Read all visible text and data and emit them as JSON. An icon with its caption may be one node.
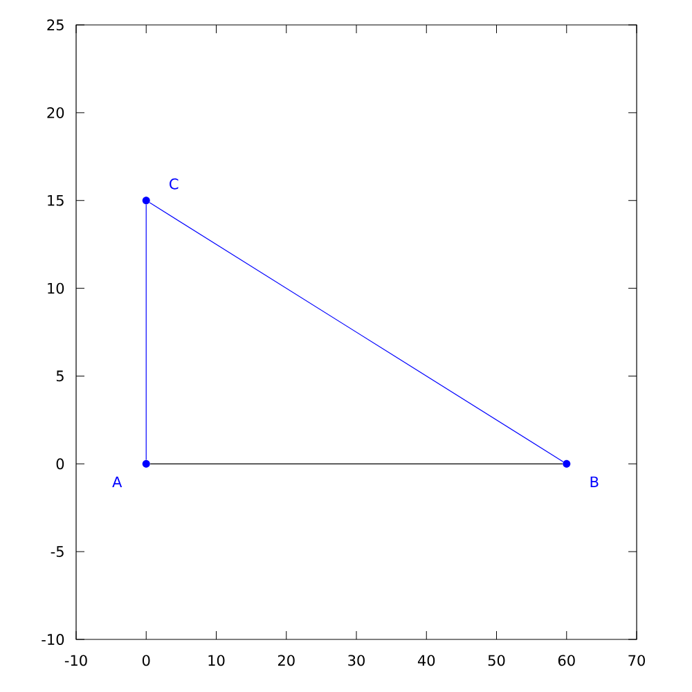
{
  "diagram": {
    "nodes": [
      {
        "text": [],
        "shape": "circle",
        "beside": [
          "A"
        ]
      },
      {
        "text": [],
        "shape": "circle",
        "beside": [
          "B"
        ]
      },
      {
        "text": [],
        "shape": "circle",
        "beside": [
          "C"
        ]
      }
    ],
    "edges": [
      {
        "from": 0,
        "to": 1,
        "arrow": "none",
        "color": "#000000"
      },
      {
        "from": 0,
        "to": 2,
        "arrow": "none"
      },
      {
        "from": 2,
        "to": 1,
        "arrow": "none"
      }
    ],
    "chart_data": {
      "type": "scatter",
      "xlim": [
        -10,
        70
      ],
      "ylim": [
        -10,
        25
      ],
      "xticks": [
        -10,
        0,
        10,
        20,
        30,
        40,
        50,
        60,
        70
      ],
      "yticks": [
        -10,
        -5,
        0,
        5,
        10,
        15,
        20,
        25
      ]
    }
  }
}
